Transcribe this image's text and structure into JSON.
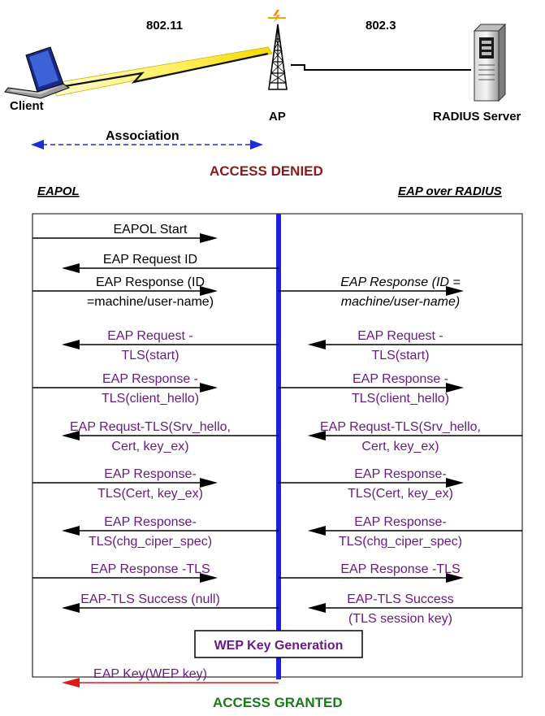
{
  "top": {
    "client_label": "Client",
    "ap_label": "AP",
    "server_label": "RADIUS Server",
    "wireless_label": "802.11",
    "wired_label": "802.3",
    "association_label": "Association"
  },
  "status": {
    "denied": "ACCESS DENIED",
    "granted": "ACCESS GRANTED"
  },
  "columns": {
    "left": "EAPOL",
    "right": "EAP over RADIUS"
  },
  "key_generation": "WEP Key Generation",
  "messages": [
    {
      "side": "left",
      "dir": "right",
      "lines": [
        "EAPOL Start"
      ],
      "italic": false,
      "color": "black"
    },
    {
      "side": "left",
      "dir": "left",
      "lines": [
        "EAP Request ID"
      ],
      "italic": false,
      "color": "black"
    },
    {
      "side": "left",
      "dir": "right",
      "lines": [
        "EAP Response (ID",
        "=machine/user-name)"
      ],
      "italic": false,
      "color": "black"
    },
    {
      "side": "right",
      "dir": "right",
      "lines": [
        "EAP Response (ID =",
        "machine/user-name)"
      ],
      "italic": true,
      "color": "black"
    },
    {
      "side": "left",
      "dir": "left",
      "lines": [
        "EAP Request -",
        "TLS(start)"
      ],
      "italic": false,
      "color": "purple"
    },
    {
      "side": "right",
      "dir": "left",
      "lines": [
        "EAP Request -",
        "TLS(start)"
      ],
      "italic": false,
      "color": "purple"
    },
    {
      "side": "left",
      "dir": "right",
      "lines": [
        "EAP Response -",
        "TLS(client_hello)"
      ],
      "italic": false,
      "color": "purple"
    },
    {
      "side": "right",
      "dir": "right",
      "lines": [
        "EAP Response -",
        "TLS(client_hello)"
      ],
      "italic": false,
      "color": "purple"
    },
    {
      "side": "left",
      "dir": "left",
      "lines": [
        "EAP Requst-TLS(Srv_hello,",
        "Cert, key_ex)"
      ],
      "italic": false,
      "color": "purple"
    },
    {
      "side": "right",
      "dir": "left",
      "lines": [
        "EAP Requst-TLS(Srv_hello,",
        "Cert, key_ex)"
      ],
      "italic": false,
      "color": "purple"
    },
    {
      "side": "left",
      "dir": "right",
      "lines": [
        "EAP Response-",
        "TLS(Cert, key_ex)"
      ],
      "italic": false,
      "color": "purple"
    },
    {
      "side": "right",
      "dir": "right",
      "lines": [
        "EAP Response-",
        "TLS(Cert, key_ex)"
      ],
      "italic": false,
      "color": "purple"
    },
    {
      "side": "left",
      "dir": "left",
      "lines": [
        "EAP Response-",
        "TLS(chg_ciper_spec)"
      ],
      "italic": false,
      "color": "purple"
    },
    {
      "side": "right",
      "dir": "left",
      "lines": [
        "EAP Response-",
        "TLS(chg_ciper_spec)"
      ],
      "italic": false,
      "color": "purple"
    },
    {
      "side": "left",
      "dir": "right",
      "lines": [
        "EAP Response -TLS"
      ],
      "italic": false,
      "color": "purple"
    },
    {
      "side": "right",
      "dir": "right",
      "lines": [
        "EAP Response -TLS"
      ],
      "italic": false,
      "color": "purple"
    },
    {
      "side": "left",
      "dir": "left",
      "lines": [
        "EAP-TLS Success (null)"
      ],
      "italic": false,
      "color": "purple"
    },
    {
      "side": "right",
      "dir": "left",
      "lines": [
        "EAP-TLS Success",
        "(TLS session key)"
      ],
      "italic": false,
      "color": "purple"
    },
    {
      "side": "left",
      "dir": "left",
      "lines": [
        "EAP Key(WEP key)"
      ],
      "italic": false,
      "color": "purple",
      "arrow": "red"
    }
  ],
  "colors": {
    "purple": "#6a1b84",
    "black": "#000000",
    "blue_line": "#1f1fe0",
    "red_arrow": "#e01818",
    "denied": "#8b1a1a",
    "granted": "#1a7a1a",
    "association_blue": "#1c2ed6"
  }
}
